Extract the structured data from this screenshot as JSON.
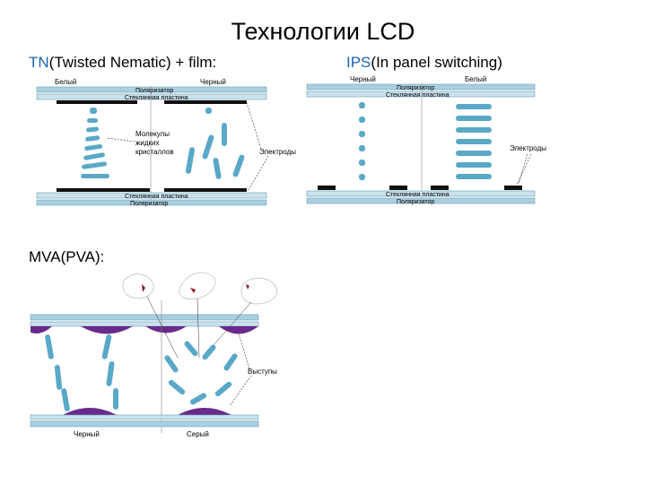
{
  "slide": {
    "title": "Технологии LCD"
  },
  "tn": {
    "heading_prefix": "TN",
    "heading_rest": "(Twisted Nematic) + film:",
    "label_white": "Белый",
    "label_black": "Черный",
    "top_polarizer": "Поляризатор",
    "top_glass": "Стеклянная пластина",
    "molecules_1": "Молекулы",
    "molecules_2": "жидких",
    "molecules_3": "кристаллов",
    "electrodes": "Электроды",
    "bottom_glass": "Стеклянная пластина",
    "bottom_polarizer": "Поляризатор"
  },
  "ips": {
    "heading_prefix": "IPS",
    "heading_rest": "(In panel switching)",
    "label_black": "Черный",
    "label_white": "Белый",
    "top_polarizer": "Поляризатор",
    "top_glass": "Стеклянная пластина",
    "electrodes": "Электроды",
    "bottom_glass": "Стеклянная пластина",
    "bottom_polarizer": "Поляризатор"
  },
  "mva": {
    "heading": "MVA(PVA):",
    "protrusions": "Выступы",
    "label_black": "Черный",
    "label_gray": "Серый"
  },
  "colors": {
    "accent": "#1a66b3",
    "molecule": "#5aa8c8",
    "glass": "#a9cfe0",
    "electrode": "#111111",
    "protrusion": "#6a2a8c"
  }
}
